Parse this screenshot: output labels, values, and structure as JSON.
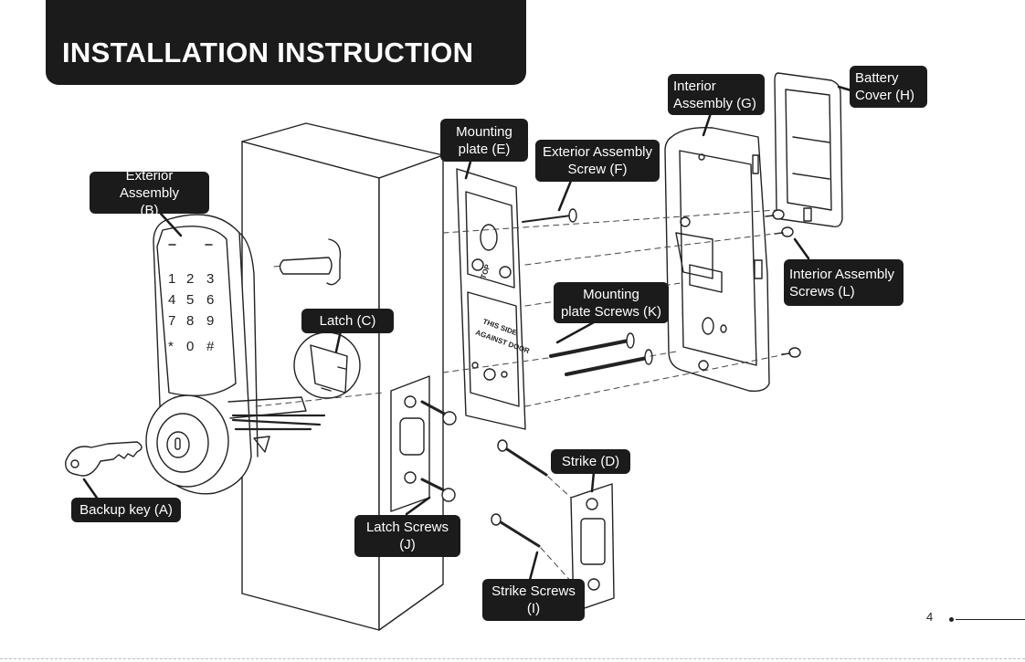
{
  "title": "INSTALLATION INSTRUCTION",
  "page_number": "4",
  "keypad": {
    "keys": [
      "1",
      "2",
      "3",
      "4",
      "5",
      "6",
      "7",
      "8",
      "9",
      "*",
      "0",
      "#"
    ]
  },
  "mounting_plate_text": {
    "top_mark": "TOP",
    "line1": "THIS SIDE",
    "line2": "AGAINST DOOR"
  },
  "labels": {
    "backup_key": "Backup key (A)",
    "exterior_assembly": "Exterior Assembly\n(B)",
    "latch": "Latch (C)",
    "strike": "Strike (D)",
    "mounting_plate": "Mounting\nplate (E)",
    "exterior_assembly_screw": "Exterior Assembly\nScrew (F)",
    "interior_assembly": "Interior\nAssembly (G)",
    "battery_cover": "Battery\nCover (H)",
    "strike_screws": "Strike Screws\n(I)",
    "latch_screws": "Latch Screws\n(J)",
    "mounting_plate_screws": "Mounting\nplate Screws (K)",
    "interior_assembly_screws": "Interior Assembly\nScrews (L)"
  }
}
